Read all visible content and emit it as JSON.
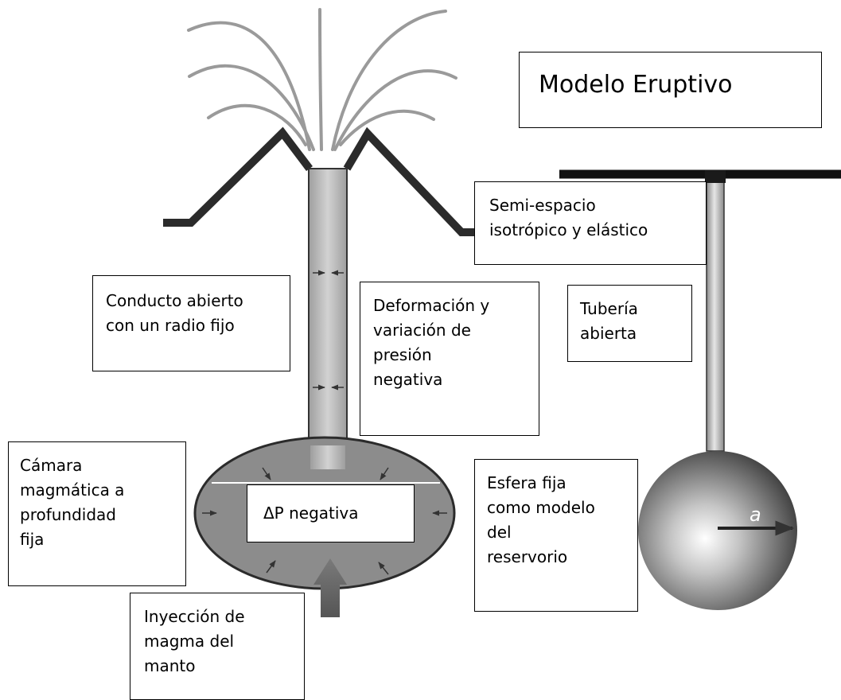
{
  "title": "Modelo Eruptivo",
  "labels": {
    "semi_espacio": "Semi-espacio\nisotrópico y elástico",
    "conducto": "Conducto abierto\ncon un radio fijo",
    "deformacion": "Deformación y\nvariación de\npresión\nnegativa",
    "tuberia": "Tubería\nabierta",
    "camara": "Cámara\nmagmática a\nprofundidad\nfija",
    "delta_p": "ΔP negativa",
    "esfera": "Esfera fija\ncomo modelo\ndel\nreservorio",
    "inyeccion": "Inyección de\nmagma del\nmanto",
    "radius_symbol": "a"
  }
}
